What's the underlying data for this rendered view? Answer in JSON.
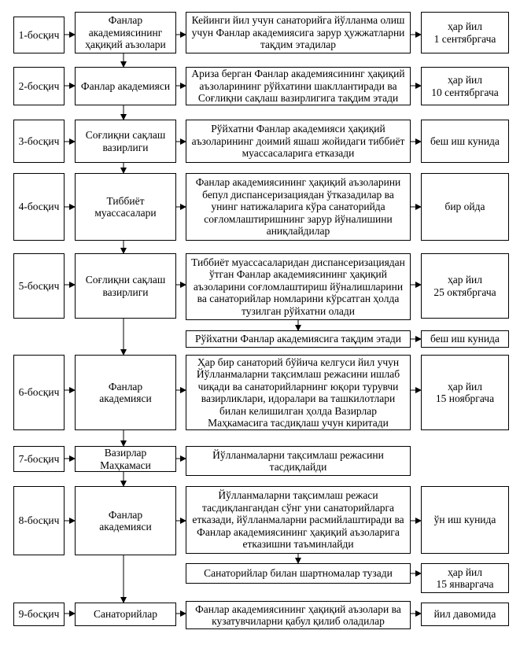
{
  "rows": [
    {
      "stage": "1-босқич",
      "actor": "Фанлар\nакадемиясининг\nҳақиқий аъзолари",
      "action": "Кейинги йил учун санаторийга йўлланма олиш\nучун Фанлар академиясига зарур ҳужжатларни\nтақдим этадилар",
      "deadline": "ҳар йил\n1 сентябргача"
    },
    {
      "stage": "2-босқич",
      "actor": "Фанлар академияси",
      "action": "Ариза берган Фанлар академиясининг ҳақиқий\nаъзоларининг рўйхатини шакллантиради ва\nСоғлиқни сақлаш вазирлигига тақдим этади",
      "deadline": "ҳар йил\n10 сентябргача"
    },
    {
      "stage": "3-босқич",
      "actor": "Соғлиқни сақлаш\nвазирлиги",
      "action": "Рўйхатни Фанлар академияси ҳақиқий\nаъзоларининг доимий яшаш жойидаги тиббиёт\nмуассасаларига етказади",
      "deadline": "беш иш кунида"
    },
    {
      "stage": "4-босқич",
      "actor": "Тиббиёт\nмуассасалари",
      "action": "Фанлар академиясининг ҳақиқий аъзоларини\nбепул диспансеризациядан ўтказадилар ва\nунинг натижаларига кўра санаторийда\nсоғломлаштиришнинг зарур йўналишини\nаниқлайдилар",
      "deadline": "бир ойда"
    },
    {
      "stage": "5-босқич",
      "actor": "Соғлиқни сақлаш\nвазирлиги",
      "action": "Тиббиёт муассасаларидан диспансеризациядан\nўтган Фанлар академиясининг ҳақиқий\nаъзоларини соғломлаштириш йўналишларини\nва санаторийлар номларини кўрсатган ҳолда\nтузилган рўйхатни олади",
      "deadline": "ҳар йил\n25 октябргача"
    },
    {
      "action": "Рўйхатни Фанлар академиясига тақдим этади",
      "deadline": "беш иш кунида"
    },
    {
      "stage": "6-босқич",
      "actor": "Фанлар\nакадемияси",
      "action": "Ҳар бир санаторий бўйича келгуси йил учун\nЙўлланмаларни тақсимлаш режасини ишлаб\nчиқади ва санаторийларнинг юқори турувчи\nвазирликлари, идоралари ва ташкилотлари\nбилан келишилган ҳолда Вазирлар\nМаҳкамасига тасдиқлаш учун киритади",
      "deadline": "ҳар йил\n15 ноябргача"
    },
    {
      "stage": "7-босқич",
      "actor": "Вазирлар\nМаҳкамаси",
      "action": "Йўлланмаларни тақсимлаш режасини\nтасдиқлайди"
    },
    {
      "stage": "8-босқич",
      "actor": "Фанлар\nакадемияси",
      "action": "Йўлланмаларни тақсимлаш режаси\nтасдиқлангандан сўнг уни санаторийларга\nетказади, йўлланмаларни расмийлаштиради ва\nФанлар академиясининг ҳақиқий аъзоларига\nетказишни таъминлайди",
      "deadline": "ўн иш кунида"
    },
    {
      "action": "Санаторийлар билан шартномалар тузади",
      "deadline": "ҳар йил\n15 январгача"
    },
    {
      "stage": "9-босқич",
      "actor": "Санаторийлар",
      "action": "Фанлар академиясининг ҳақиқий аъзолари ва\nкузатувчиларни қабул қилиб оладилар",
      "deadline": "йил давомида"
    }
  ]
}
